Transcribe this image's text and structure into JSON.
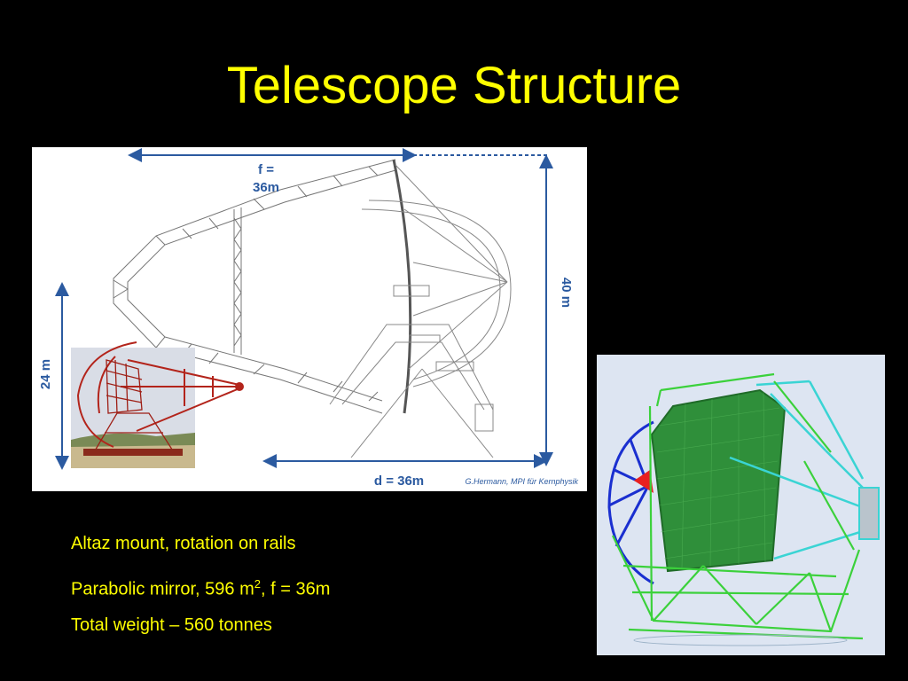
{
  "slide": {
    "title": "Telescope Structure",
    "background": "#000000",
    "title_color": "#ffff00"
  },
  "diagram": {
    "labels": {
      "focal_length_line1": "f =",
      "focal_length_line2": "36m",
      "height": "40 m",
      "small_height": "24 m",
      "dish_diameter": "d = 36m",
      "credit": "G.Hermann, MPI für Kernphysik"
    },
    "dimension_color": "#2b5aa0"
  },
  "bullets": {
    "item1": "Altaz mount, rotation on rails",
    "item2_prefix": "Parabolic mirror, 596 m",
    "item2_sup": "2",
    "item2_suffix": ", f = 36m",
    "item3": "Total weight – 560 tonnes"
  }
}
